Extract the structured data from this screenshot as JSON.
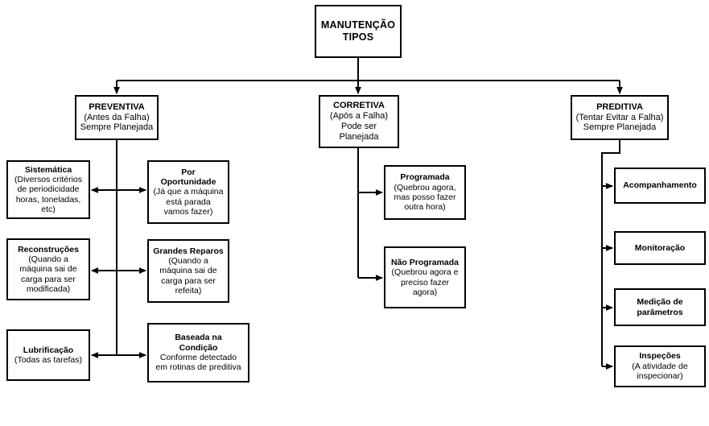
{
  "diagram": {
    "title": "MANUTENÇÃO TIPOS",
    "language": "pt-BR",
    "colors": {
      "stroke": "#000000",
      "fill": "#FFFFFF",
      "text": "#000000"
    }
  },
  "root": {
    "line1": "MANUTENÇÃO",
    "line2": "TIPOS"
  },
  "branches": {
    "preventiva": {
      "title": "PREVENTIVA",
      "sub1": "(Antes da Falha)",
      "sub2": "Sempre Planejada",
      "children_left": [
        {
          "title": "Sistemática",
          "sub1": "(Diversos critérios",
          "sub2": "de periodicidade",
          "sub3": "horas, toneladas,",
          "sub4": "etc)"
        },
        {
          "title": "Reconstruções",
          "sub1": "(Quando a",
          "sub2": "máquina sai de",
          "sub3": "carga para ser",
          "sub4": "modificada)"
        },
        {
          "title": "Lubrificação",
          "sub1": "(Todas as tarefas)"
        }
      ],
      "children_right": [
        {
          "title1": "Por",
          "title2": "Oportunidade",
          "sub1": "(Já que a máquina",
          "sub2": "está parada",
          "sub3": "vamos fazer)"
        },
        {
          "title1": "Grandes Reparos",
          "sub1": "(Quando a",
          "sub2": "máquina sai de",
          "sub3": "carga para ser",
          "sub4": "refeita)"
        },
        {
          "title1": "Baseada  na",
          "title2": "Condição",
          "sub1": "Conforme detectado",
          "sub2": "em rotinas de preditiva"
        }
      ]
    },
    "corretiva": {
      "title": "CORRETIVA",
      "sub1": "(Após a Falha)",
      "sub2": "Pode ser",
      "sub3": "Planejada",
      "children": [
        {
          "title": "Programada",
          "sub1": "(Quebrou agora,",
          "sub2": "mas posso fazer",
          "sub3": "outra hora)"
        },
        {
          "title": "Não Programada",
          "sub1": "(Quebrou agora e",
          "sub2": "preciso fazer",
          "sub3": "agora)"
        }
      ]
    },
    "preditiva": {
      "title": "PREDITIVA",
      "sub1": "(Tentar Evitar a Falha)",
      "sub2": "Sempre Planejada",
      "children": [
        {
          "title": "Acompanhamento"
        },
        {
          "title": "Monitoração"
        },
        {
          "title1": "Medição de",
          "title2": "parâmetros"
        },
        {
          "title": "Inspeções",
          "sub1": "(A atividade de",
          "sub2": "inspecionar)"
        }
      ]
    }
  }
}
